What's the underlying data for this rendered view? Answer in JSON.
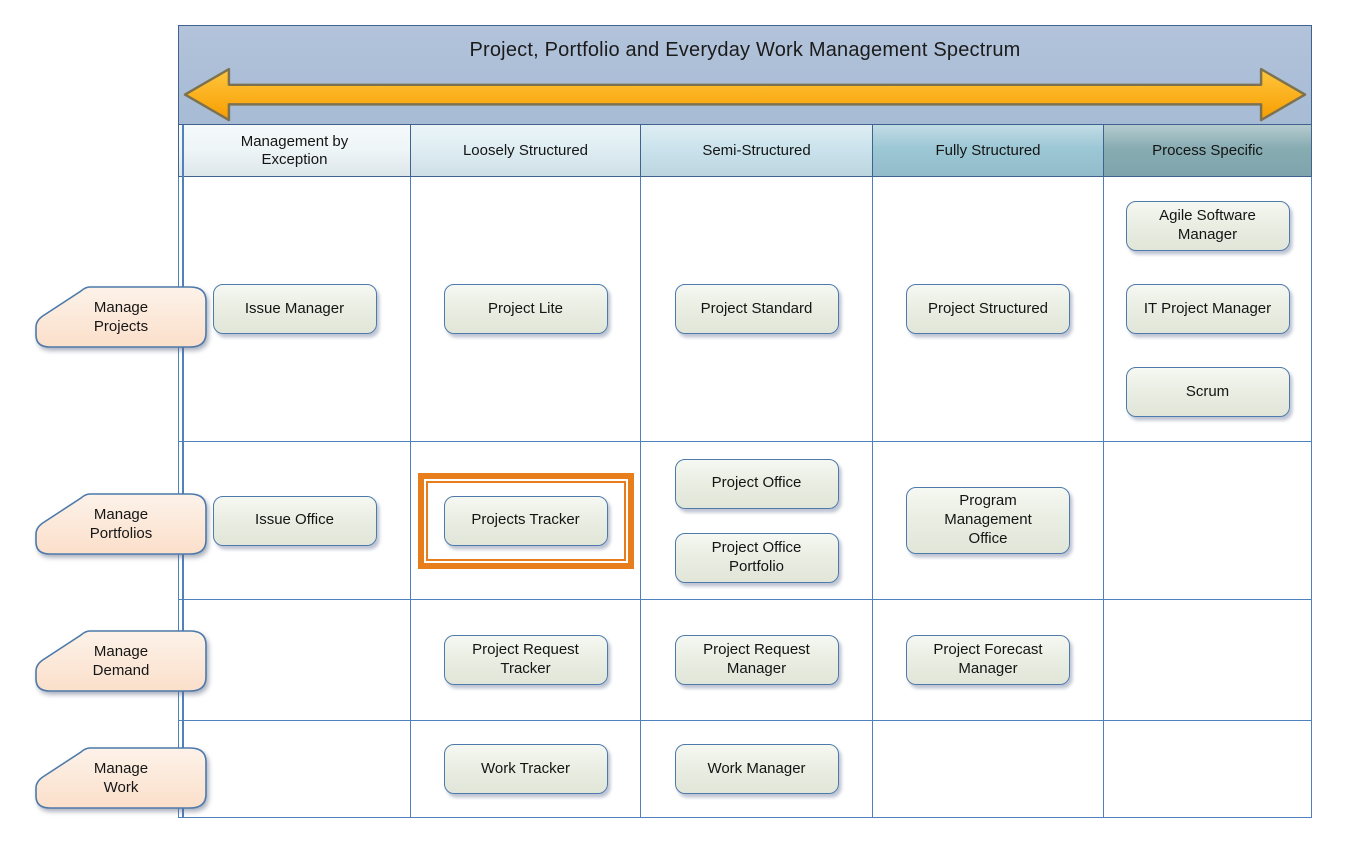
{
  "header": {
    "title": "Project, Portfolio and Everyday Work Management Spectrum",
    "arrow_icon": "double-headed-arrow"
  },
  "columns": [
    {
      "label": "Management by\nException",
      "color": "#eff6f8"
    },
    {
      "label": "Loosely Structured",
      "color": "#dfeef3"
    },
    {
      "label": "Semi-Structured",
      "color": "#cbe3ec"
    },
    {
      "label": "Fully Structured",
      "color": "#9cc7d5"
    },
    {
      "label": "Process Specific",
      "color": "#87acb2"
    }
  ],
  "rows": [
    {
      "label": "Manage\nProjects",
      "cells": [
        [
          "Issue Manager"
        ],
        [
          "Project Lite"
        ],
        [
          "Project Standard"
        ],
        [
          "Project Structured"
        ],
        [
          "Agile Software\nManager",
          "IT Project Manager",
          "Scrum"
        ]
      ]
    },
    {
      "label": "Manage\nPortfolios",
      "cells": [
        [
          "Issue Office"
        ],
        [
          "Projects Tracker"
        ],
        [
          "Project Office",
          "Project Office\nPortfolio"
        ],
        [
          "Program\nManagement\nOffice"
        ],
        []
      ]
    },
    {
      "label": "Manage\nDemand",
      "cells": [
        [],
        [
          "Project Request\nTracker"
        ],
        [
          "Project Request\nManager"
        ],
        [
          "Project Forecast\nManager"
        ],
        []
      ]
    },
    {
      "label": "Manage\nWork",
      "cells": [
        [],
        [
          "Work Tracker"
        ],
        [
          "Work Manager"
        ],
        [],
        []
      ]
    }
  ],
  "highlight": {
    "row": 1,
    "col": 1,
    "item": 0,
    "target_label": "Projects Tracker",
    "color": "#e87d1c"
  },
  "colors": {
    "grid_line": "#4f81bd",
    "band_fill": "#a9bdd7",
    "arrow_fill_top": "#ffc63e",
    "arrow_fill_bottom": "#f79d00",
    "arrow_outline": "#7c7250",
    "pill_fill": "#ebeee4",
    "pill_border": "#4d7aab",
    "tag_fill_top": "#fdf2e9",
    "tag_fill_bottom": "#fbdfca"
  }
}
